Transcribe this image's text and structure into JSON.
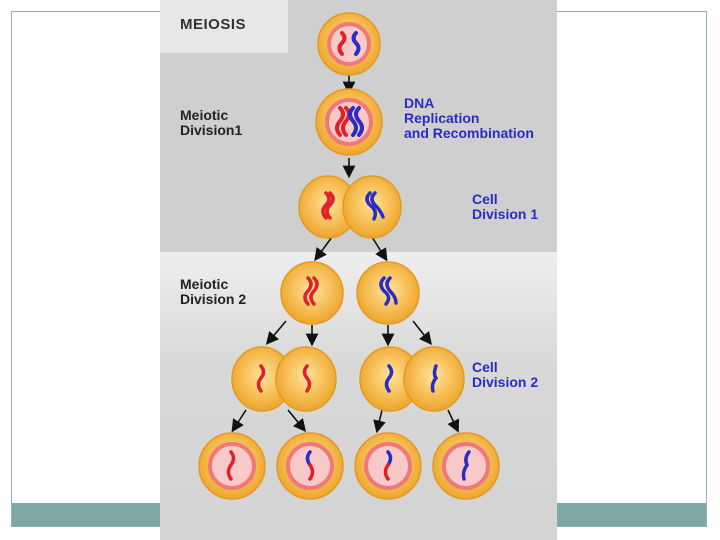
{
  "title": "MEIOSIS",
  "labels": {
    "meiotic_division_1": "Meiotic\nDivision1",
    "dna_replication": "DNA\nReplication\nand Recombination",
    "cell_division_1": "Cell\nDivision 1",
    "meiotic_division_2": "Meiotic\nDivision 2",
    "cell_division_2": "Cell\nDivision 2"
  },
  "colors": {
    "cell_fill": "#f5b23c",
    "cell_rim": "#e39a24",
    "nucleus_ring": "#f07878",
    "nucleus_fill": "#f7c9c9",
    "chromosome_maternal": "#e0202a",
    "chromosome_paternal": "#2a2cc4",
    "label_blue": "#2a2cc4",
    "label_dark": "#222222"
  }
}
